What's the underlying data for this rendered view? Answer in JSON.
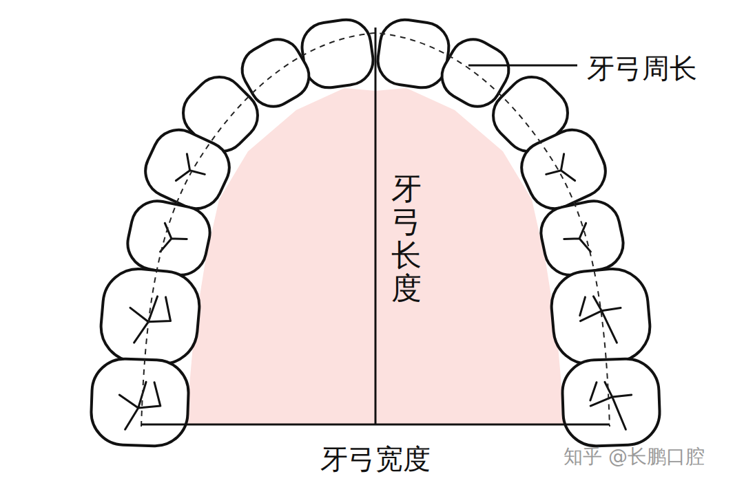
{
  "diagram": {
    "labels": [
      "牙弓周长",
      "牙弓长度",
      "牙弓宽度",
      "知乎 @长鹏口腔"
    ]
  }
}
